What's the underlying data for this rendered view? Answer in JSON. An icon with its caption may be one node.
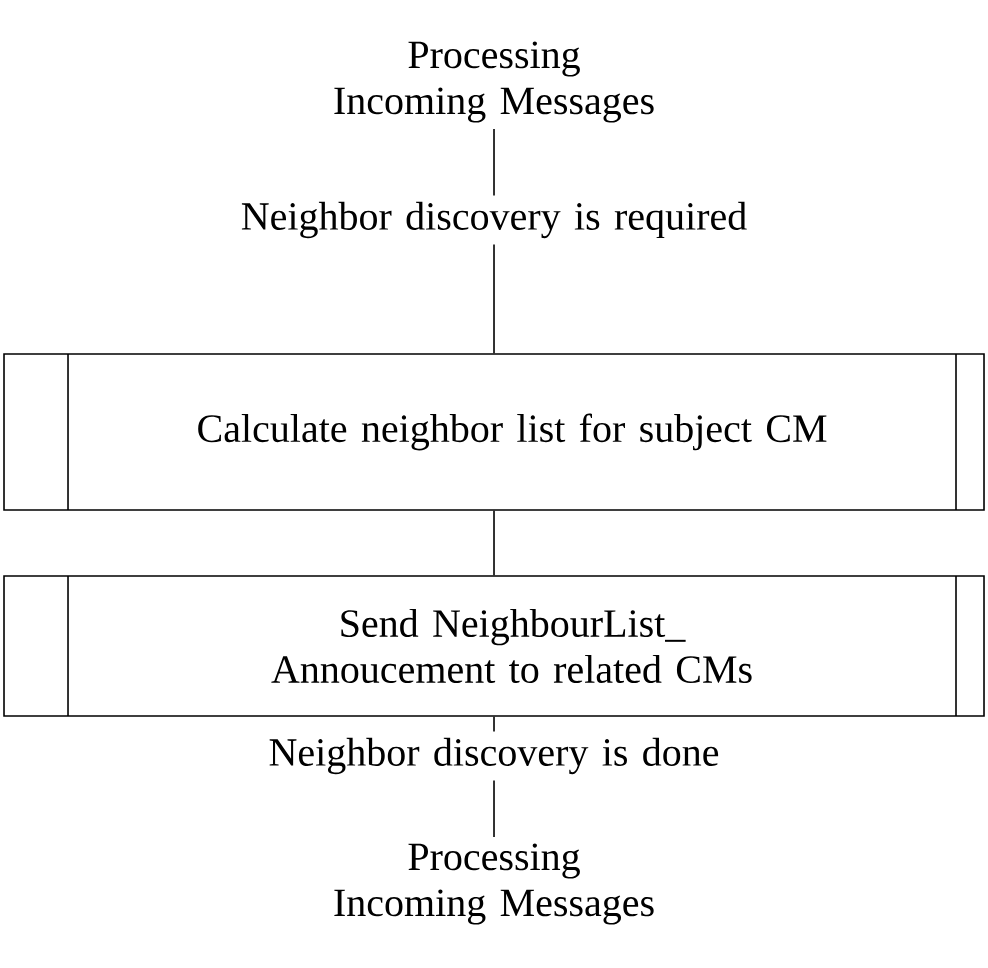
{
  "diagram": {
    "nodes": [
      {
        "text": [
          "Processing Incoming Messages"
        ]
      },
      {
        "text": [
          "Neighbor discovery is required"
        ]
      },
      {
        "text": [
          "Calculate neighbor list for subject CM"
        ]
      },
      {
        "text": [
          "Send NeighbourList_ Annoucement to related CMs"
        ]
      },
      {
        "text": [
          "Neighbor discovery is done"
        ]
      },
      {
        "text": [
          "Processing Incoming Messages"
        ]
      }
    ],
    "edges": [
      {
        "from": 0,
        "to": 1,
        "arrow": "none"
      },
      {
        "from": 1,
        "to": 2,
        "arrow": "none"
      },
      {
        "from": 2,
        "to": 3,
        "arrow": "none"
      },
      {
        "from": 3,
        "to": 4,
        "arrow": "none"
      },
      {
        "from": 4,
        "to": 5,
        "arrow": "none"
      }
    ]
  }
}
